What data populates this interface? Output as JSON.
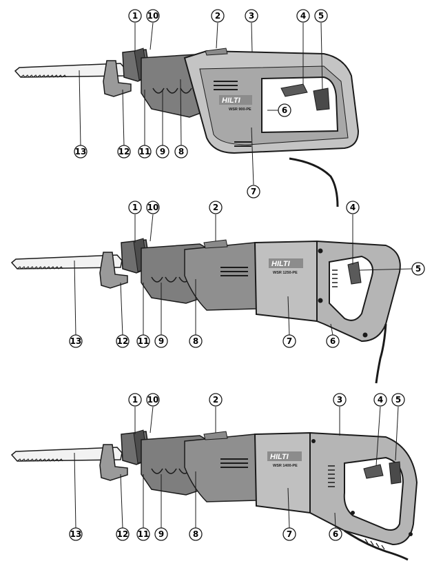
{
  "colors": {
    "outline": "#1a1a1a",
    "body_light": "#c7c7c7",
    "body_mid": "#a6a6a6",
    "body_dark": "#7a7a7a",
    "grip_dark": "#6a6a6a",
    "blade": "#f2f2f2",
    "logo_bg": "#8c8c8c",
    "logo_text": "#ffffff"
  },
  "figures": [
    {
      "brand": "HILTI",
      "model": "WSR 900-PE",
      "callouts": [
        "1",
        "10",
        "2",
        "3",
        "4",
        "5",
        "6",
        "7",
        "8",
        "9",
        "11",
        "12",
        "13"
      ]
    },
    {
      "brand": "HILTI",
      "model": "WSR 1250-PE",
      "callouts": [
        "1",
        "10",
        "2",
        "4",
        "5",
        "6",
        "7",
        "8",
        "9",
        "11",
        "12",
        "13"
      ]
    },
    {
      "brand": "HILTI",
      "model": "WSR 1400-PE",
      "callouts": [
        "1",
        "10",
        "2",
        "3",
        "4",
        "5",
        "6",
        "7",
        "8",
        "9",
        "11",
        "12",
        "13"
      ]
    }
  ]
}
